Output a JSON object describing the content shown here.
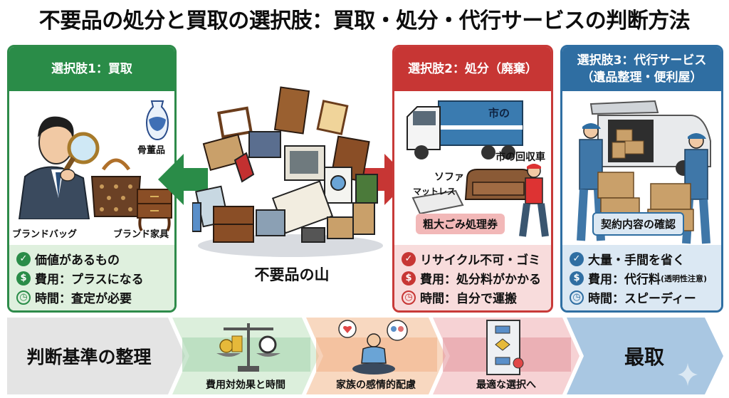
{
  "title": "不要品の処分と買取の選択肢：買取・処分・代行サービスの判断方法",
  "colors": {
    "green": "#2a8c48",
    "red": "#c73634",
    "blue": "#2f6ea2",
    "green_light": "#dff0de",
    "red_light": "#f8dcdc",
    "blue_light": "#dbe8f3"
  },
  "option1": {
    "header": "選択肢1：買取",
    "labels": {
      "antique": "骨董品",
      "brand_bag": "ブランドバッグ",
      "brand_furniture": "ブランド家具"
    },
    "items": [
      {
        "icon": "check-icon",
        "text": "価値があるもの"
      },
      {
        "icon": "dollar-icon",
        "text": "費用：プラスになる"
      },
      {
        "icon": "clock-icon",
        "text": "時間：査定が必要"
      }
    ]
  },
  "center": {
    "label": "不要品の山"
  },
  "option2": {
    "header": "選択肢2：処分（廃棄）",
    "labels": {
      "truck_side": "市の",
      "truck": "市の回収車",
      "sofa": "ソファ",
      "mattress": "マットレス",
      "ticket": "粗大ごみ処理券"
    },
    "items": [
      {
        "icon": "check-icon",
        "text": "リサイクル不可・ゴミ"
      },
      {
        "icon": "dollar-icon",
        "text": "費用：処分料がかかる"
      },
      {
        "icon": "clock-icon",
        "text": "時間：自分で運搬"
      }
    ]
  },
  "option3": {
    "header_line1": "選択肢3：代行サービス",
    "header_line2": "（遺品整理・便利屋）",
    "labels": {
      "contract": "契約内容の確認"
    },
    "items": [
      {
        "icon": "check-icon",
        "text": "大量・手間を省く"
      },
      {
        "icon": "dollar-icon",
        "text": "費用：代行料",
        "note": "(透明性注意)"
      },
      {
        "icon": "clock-icon",
        "text": "時間：スピーディー"
      }
    ]
  },
  "flow": {
    "steps": [
      {
        "label": "判断基準の整理",
        "icon": "none"
      },
      {
        "label": "費用対効果と時間",
        "icon": "balance-scale-icon"
      },
      {
        "label": "家族の感情的配慮",
        "icon": "meditating-person-icon"
      },
      {
        "label": "最適な選択へ",
        "icon": "flowchart-icon"
      },
      {
        "label": "最取",
        "icon": "sparkle-icon"
      }
    ]
  }
}
